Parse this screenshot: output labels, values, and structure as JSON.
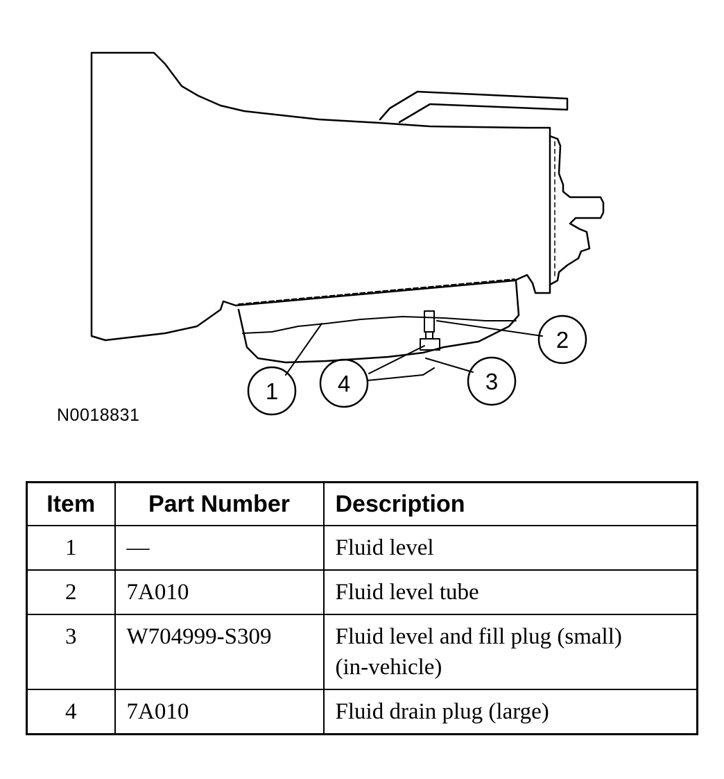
{
  "figure": {
    "id": "N0018831",
    "callouts": [
      "1",
      "2",
      "3",
      "4"
    ]
  },
  "table": {
    "headers": {
      "item": "Item",
      "part_number": "Part Number",
      "description": "Description"
    },
    "rows": [
      {
        "item": "1",
        "part_number": "—",
        "description": "Fluid level"
      },
      {
        "item": "2",
        "part_number": "7A010",
        "description": "Fluid level tube"
      },
      {
        "item": "3",
        "part_number": "W704999-S309",
        "description": "Fluid level and fill plug (small) (in-vehicle)"
      },
      {
        "item": "4",
        "part_number": "7A010",
        "description": "Fluid drain plug (large)"
      }
    ]
  }
}
